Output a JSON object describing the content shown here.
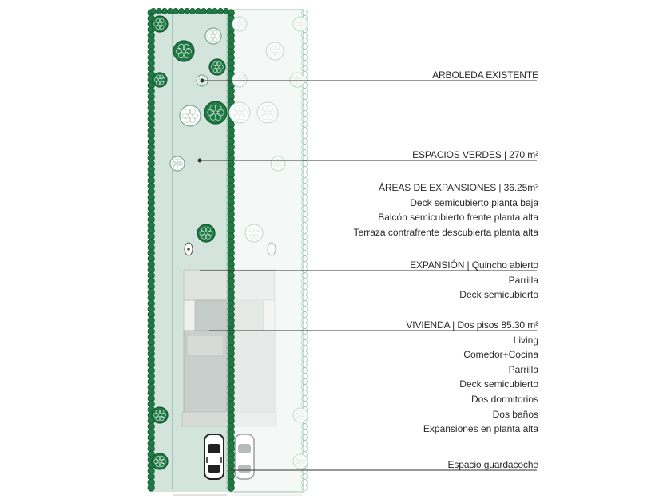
{
  "labels": {
    "arboleda": {
      "title": "ARBOLEDA EXISTENTE"
    },
    "verdes": {
      "title": "ESPACIOS VERDES | 270 m²"
    },
    "expansiones": {
      "title": "ÁREAS DE EXPANSIONES | 36.25m²",
      "items": [
        "Deck semicubierto planta baja",
        "Balcón semicubierto frente planta alta",
        "Terraza contrafrente descubierta planta alta"
      ]
    },
    "quincho": {
      "title": "EXPANSIÓN | Quincho abierto",
      "items": [
        "Parrilla",
        "Deck semicubierto"
      ]
    },
    "vivienda": {
      "title": "VIVIENDA | Dos pisos 85.30 m²",
      "items": [
        "Living",
        "Comedor+Cocina",
        "Parrilla",
        "Deck semicubierto",
        "Dos dormitorios",
        "Dos baños",
        "Expansiones en planta alta"
      ]
    },
    "garage": {
      "title": "Espacio guardacoche"
    }
  },
  "colors": {
    "hedge": "#1f7a45",
    "hedge_dark": "#14572f",
    "lot_fill": "#d3e4dc",
    "neighbor_fill": "#f4f8f6",
    "building": "#c9cfcc",
    "leader": "#333333"
  }
}
